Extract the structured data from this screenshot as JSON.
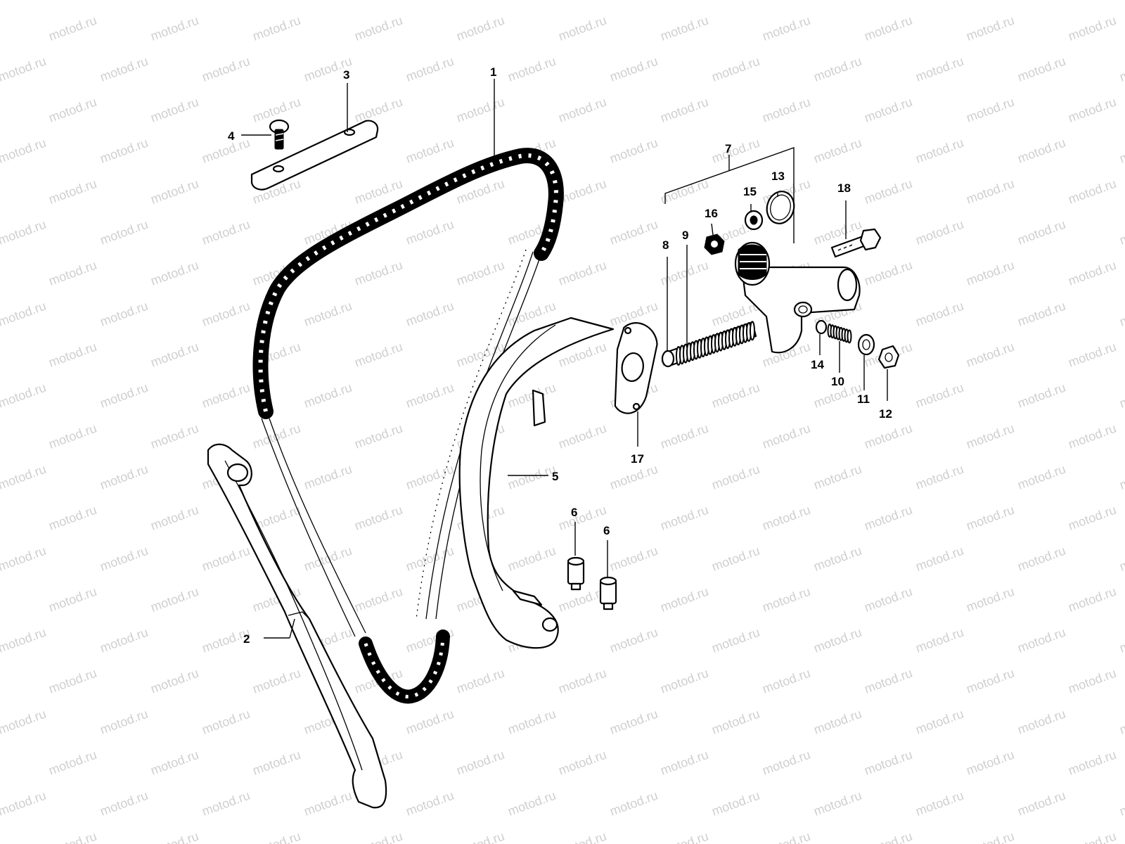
{
  "watermark": "motod.ru",
  "callouts": [
    {
      "id": "1",
      "label": "1"
    },
    {
      "id": "2",
      "label": "2"
    },
    {
      "id": "3",
      "label": "3"
    },
    {
      "id": "4",
      "label": "4"
    },
    {
      "id": "5",
      "label": "5"
    },
    {
      "id": "6a",
      "label": "6"
    },
    {
      "id": "6b",
      "label": "6"
    },
    {
      "id": "7",
      "label": "7"
    },
    {
      "id": "8",
      "label": "8"
    },
    {
      "id": "9",
      "label": "9"
    },
    {
      "id": "10",
      "label": "10"
    },
    {
      "id": "11",
      "label": "11"
    },
    {
      "id": "12",
      "label": "12"
    },
    {
      "id": "13",
      "label": "13"
    },
    {
      "id": "14",
      "label": "14"
    },
    {
      "id": "15",
      "label": "15"
    },
    {
      "id": "16",
      "label": "16"
    },
    {
      "id": "17",
      "label": "17"
    },
    {
      "id": "18",
      "label": "18"
    }
  ]
}
